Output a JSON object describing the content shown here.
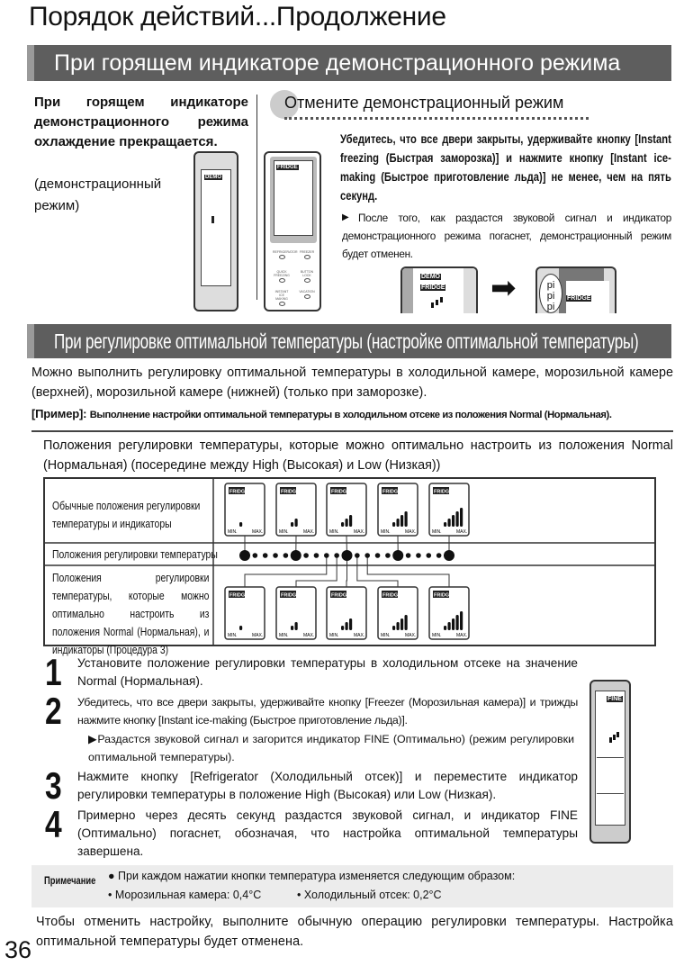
{
  "page": {
    "title": "Порядок действий...Продолжение",
    "page_number": "36"
  },
  "demo": {
    "banner": "При горящем индикаторе демонстрационного режима",
    "left_bold": "При горящем индикаторе демонстрационного режима охлаждение прекращается.",
    "left_sub": "(демонстрационный режим)",
    "cancel_heading": "Отмените демонстрационный режим",
    "instruction": "Убедитесь, что все двери закрыты, удерживайте кнопку [Instant freezing (Быстрая заморозка)] и нажмите кнопку [Instant ice-making (Быстрое приготовление льда)] не менее, чем на пять секунд.",
    "result": "После того, как раздастся звуковой сигнал и индикатор демонстрационного режима погаснет, демонстрационный режим будет отменен.",
    "display_labels": {
      "demo": "DEMO",
      "fridge": "FRIDGE",
      "min": "MIN.",
      "max": "MAX.",
      "beep": [
        "pi",
        "pi",
        "pi"
      ]
    },
    "panel_buttons": [
      "REFRIGERATOR",
      "FREEZER",
      "QUICK FREEZING",
      "BUTTON LOCK",
      "INSTANT ICE MAKING",
      "VACATION"
    ]
  },
  "optimal": {
    "banner": "При регулировке оптимальной температуры (настройке оптимальной температуры)",
    "intro": "Можно выполнить регулировку оптимальной температуры в холодильной камере, морозильной камере (верхней), морозильной камере (нижней) (только при заморозке).",
    "example_label": "[Пример]:",
    "example_text": "Выполнение настройки оптимальной температуры в холодильном отсеке из положения Normal (Нормальная).",
    "positions_text": "Положения регулировки температуры, которые можно оптимально настроить из положения Normal (Нормальная) (посередине между High (Высокая) и Low (Низкая))",
    "table": {
      "row1": "Обычные положения регулировки температуры и индикаторы",
      "row2": "Положения регулировки температуры",
      "row3": "Положения регулировки температуры, которые можно оптимально настроить из положения Normal (Нормальная), и индикаторы (Процедура 3)",
      "upper_levels": [
        1,
        2,
        3,
        4,
        5
      ],
      "lower_levels": [
        1,
        2,
        3,
        4,
        5
      ],
      "position_dots": 21,
      "major_every": 5,
      "lower_positions": [
        9,
        10,
        11,
        12,
        13
      ]
    }
  },
  "steps": [
    {
      "num": "1",
      "text": "Установите положение регулировки температуры в холодильном отсеке на значение Normal (Нормальная)."
    },
    {
      "num": "2",
      "text": "Убедитесь, что все двери закрыты, удерживайте кнопку [Freezer (Морозильная камера)] и трижды нажмите кнопку [Instant ice-making (Быстрое приготовление льда)].",
      "result": "▶Раздастся звуковой сигнал и загорится индикатор FINE (Оптимально) (режим регулировки оптимальной температуры)."
    },
    {
      "num": "3",
      "text": "Нажмите кнопку [Refrigerator (Холодильный отсек)] и переместите индикатор регулировки температуры в положение High (Высокая) или Low (Низкая)."
    },
    {
      "num": "4",
      "text": "Примерно через десять секунд раздастся звуковой сигнал, и индикатор FINE (Оптимально) погаснет, обозначая, что настройка оптимальной температуры завершена."
    }
  ],
  "fine_label": "FINE",
  "note": {
    "label": "Примечание",
    "line1": "● При каждом нажатии кнопки температура изменяется следующим образом:",
    "freezer": "• Морозильная камера: 0,4°C",
    "fridge": "• Холодильный отсек: 0,2°C"
  },
  "footer": "Чтобы отменить настройку, выполните обычную операцию регулировки температуры. Настройка оптимальной температуры будет отменена."
}
